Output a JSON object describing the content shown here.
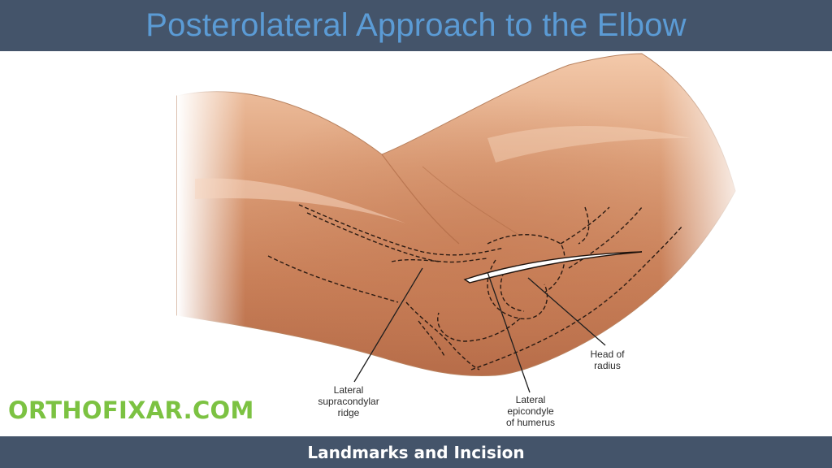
{
  "header": {
    "title": "Posterolateral Approach to the Elbow"
  },
  "footer": {
    "title": "Landmarks and Incision"
  },
  "brand": {
    "text": "ORTHOFIXAR.COM"
  },
  "labels": {
    "head_of_radius": "Head of\nradius",
    "lateral_supracondylar_ridge": "Lateral\nsupracondylar\nridge",
    "lateral_epicondyle": "Lateral\nepicondyle\nof humerus"
  },
  "colors": {
    "bar": "#44546a",
    "title": "#5b9bd5",
    "brand": "#7cc242",
    "skin_mid": "#d9966f",
    "skin_dark": "#b9704c",
    "skin_light": "#f4cfb4"
  }
}
